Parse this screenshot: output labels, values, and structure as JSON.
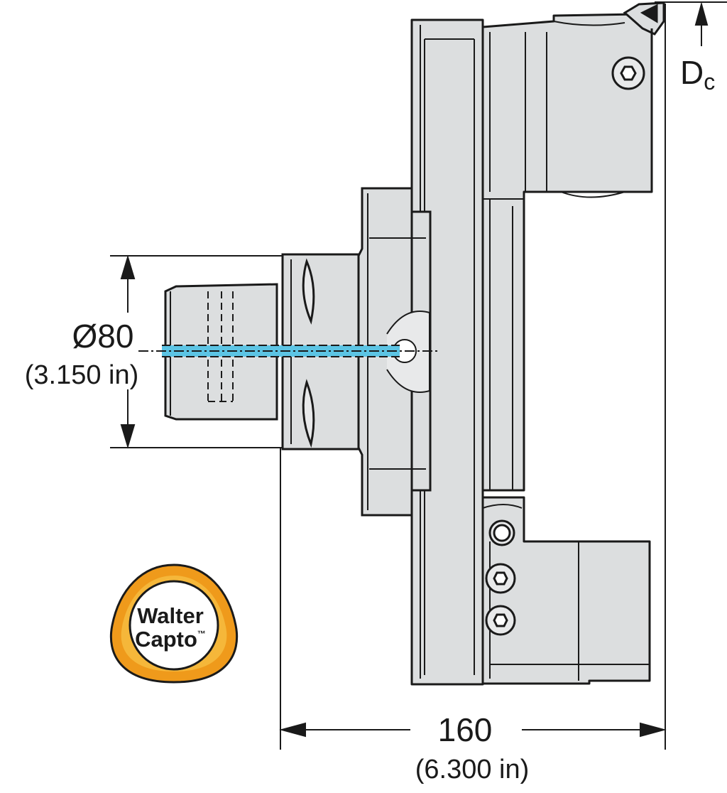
{
  "dimensions": {
    "diameter": {
      "value": "Ø80",
      "imperial": "(3.150 in)"
    },
    "length": {
      "value": "160",
      "imperial": "(6.300 in)"
    },
    "cutting_diameter": {
      "symbol": "D",
      "subscript": "c"
    }
  },
  "logo": {
    "line1": "Walter",
    "line2": "Capto",
    "trademark": "™"
  },
  "colors": {
    "body_fill": "#dcdedf",
    "outline": "#1a1a1a",
    "coolant": "#5cc4e4",
    "logo_orange": "#ef9a1b",
    "logo_gold": "#f5b73a"
  }
}
